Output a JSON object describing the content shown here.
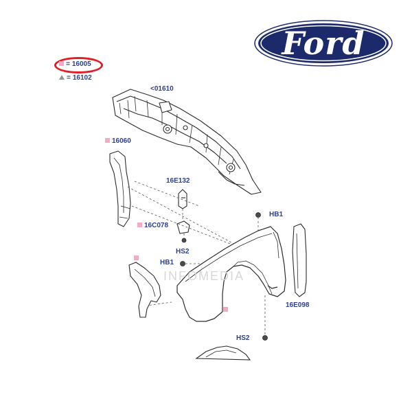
{
  "brand": {
    "name": "Ford",
    "colors": {
      "oval_fill": "#1c2a6b",
      "oval_ring": "#ffffff",
      "label_blue": "#2a3f8f",
      "highlight_red": "#e01e25",
      "marker_pink": "#f4a9c4"
    }
  },
  "legend": {
    "highlighted": {
      "symbol": "square",
      "eq": "=",
      "part": "16005"
    },
    "secondary": {
      "symbol": "triangle",
      "eq": "=",
      "part": "16102"
    }
  },
  "callouts": {
    "cowl_panel": "<01610",
    "apron_rear": "16060",
    "bracket_upper": "16E132",
    "bolt_hb1_right": "HB1",
    "bracket_lower": "16C078",
    "screw_hs2_upper": "HS2",
    "bolt_hb1_left": "HB1",
    "splash_shield": "16E098",
    "screw_hs2_lower": "HS2"
  },
  "watermark": "INFOMEDIA"
}
